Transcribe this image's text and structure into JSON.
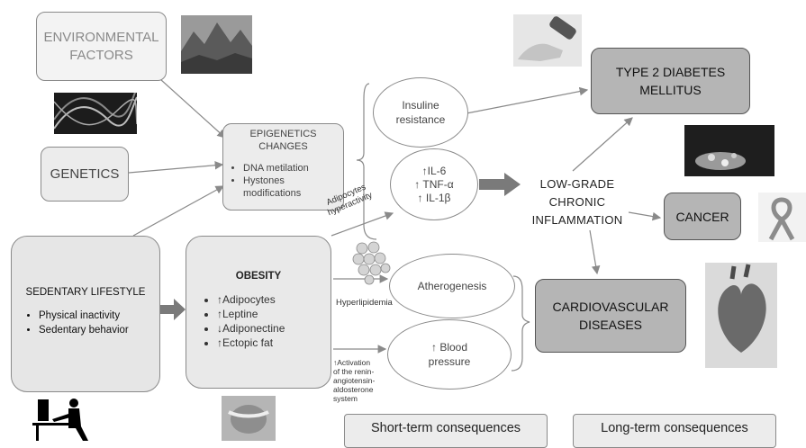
{
  "environmental": {
    "line1": "ENVIRONMENTAL",
    "line2": "FACTORS"
  },
  "genetics": {
    "label": "GENETICS"
  },
  "epigenetics": {
    "title1": "EPIGENETICS",
    "title2": "CHANGES",
    "items": [
      "DNA metilation",
      "Hystones modifications"
    ]
  },
  "sedentary": {
    "title": "SEDENTARY LIFESTYLE",
    "items": [
      "Physical inactivity",
      "Sedentary behavior"
    ]
  },
  "obesity": {
    "title": "OBESITY",
    "items": [
      "↑Adipocytes",
      "↑Leptine",
      "↓Adiponectine",
      "↑Ectopic fat"
    ]
  },
  "insulin": {
    "line1": "Insuline",
    "line2": "resistance"
  },
  "cytokines": {
    "line1": "↑IL-6",
    "line2": "↑ TNF-α",
    "line3": "↑ IL-1β"
  },
  "atherogenesis": {
    "label": "Atherogenesis"
  },
  "blood_pressure": {
    "line1": "↑ Blood",
    "line2": "pressure"
  },
  "inflammation": {
    "line1": "LOW-GRADE",
    "line2": "CHRONIC",
    "line3": "INFLAMMATION"
  },
  "diabetes": {
    "line1": "TYPE 2 DIABETES",
    "line2": "MELLITUS"
  },
  "cancer": {
    "label": "CANCER"
  },
  "cardio": {
    "line1": "CARDIOVASCULAR",
    "line2": "DISEASES"
  },
  "annotations": {
    "adipocytes1": "Adipocytes",
    "adipocytes2": "hyperactivity",
    "hyperlipidemia": "Hyperlipidemia",
    "activation": [
      "↑Activation",
      "of the renin-",
      "angiotensin-",
      "aldosterone",
      "system"
    ]
  },
  "legend": {
    "short": "Short-term consequences",
    "long": "Long-term consequences"
  },
  "icons": [
    "mountains-photo",
    "dna-helix-photo",
    "desk-worker-icon",
    "waist-measure-photo",
    "glucose-meter-photo",
    "pills-photo",
    "ribbon-photo",
    "heart-model-photo",
    "fat-cells-icon"
  ]
}
